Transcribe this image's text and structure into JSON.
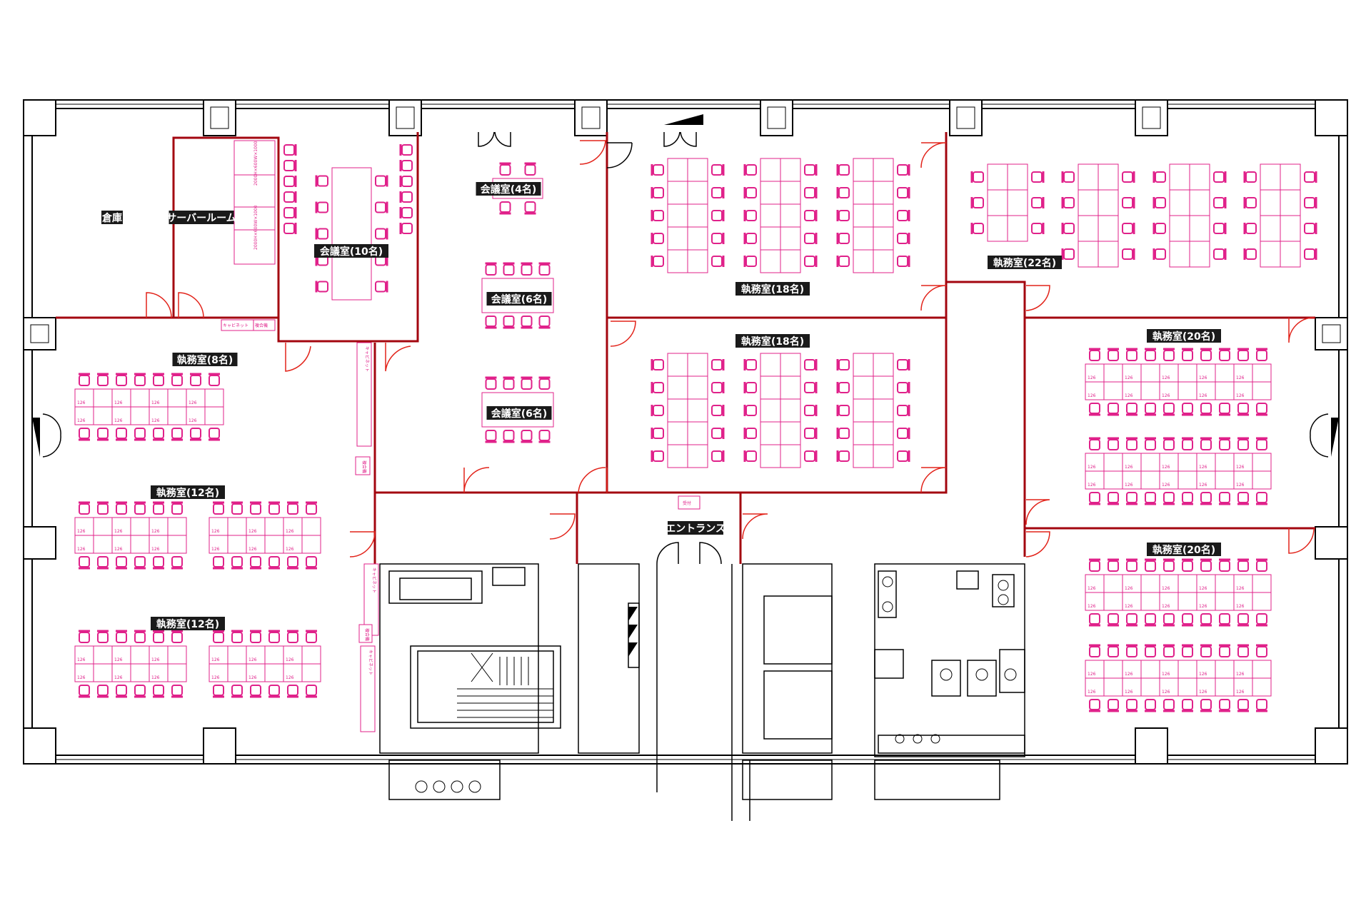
{
  "rooms": {
    "storage": "倉庫",
    "server": "サーバールーム",
    "meeting10": "会議室(10名)",
    "meeting4": "会議室(4名)",
    "meeting6a": "会議室(6名)",
    "meeting6b": "会議室(6名)",
    "office18a": "執務室(18名)",
    "office18b": "執務室(18名)",
    "office22": "執務室(22名)",
    "office20a": "執務室(20名)",
    "office20b": "執務室(20名)",
    "office8": "執務室(8名)",
    "office12a": "執務室(12名)",
    "office12b": "執務室(12名)",
    "entrance": "エントランス"
  },
  "fixtures": {
    "cabinet": "キャビネット",
    "copier": "複合機",
    "reception": "受付",
    "rack": "2000H×600W×1000",
    "desk_size": "126"
  },
  "colors": {
    "wall": "#000000",
    "partition": "#a3060f",
    "furniture": "#e0218a",
    "door": "#e2231a",
    "label_bg": "#1a1a1a"
  }
}
